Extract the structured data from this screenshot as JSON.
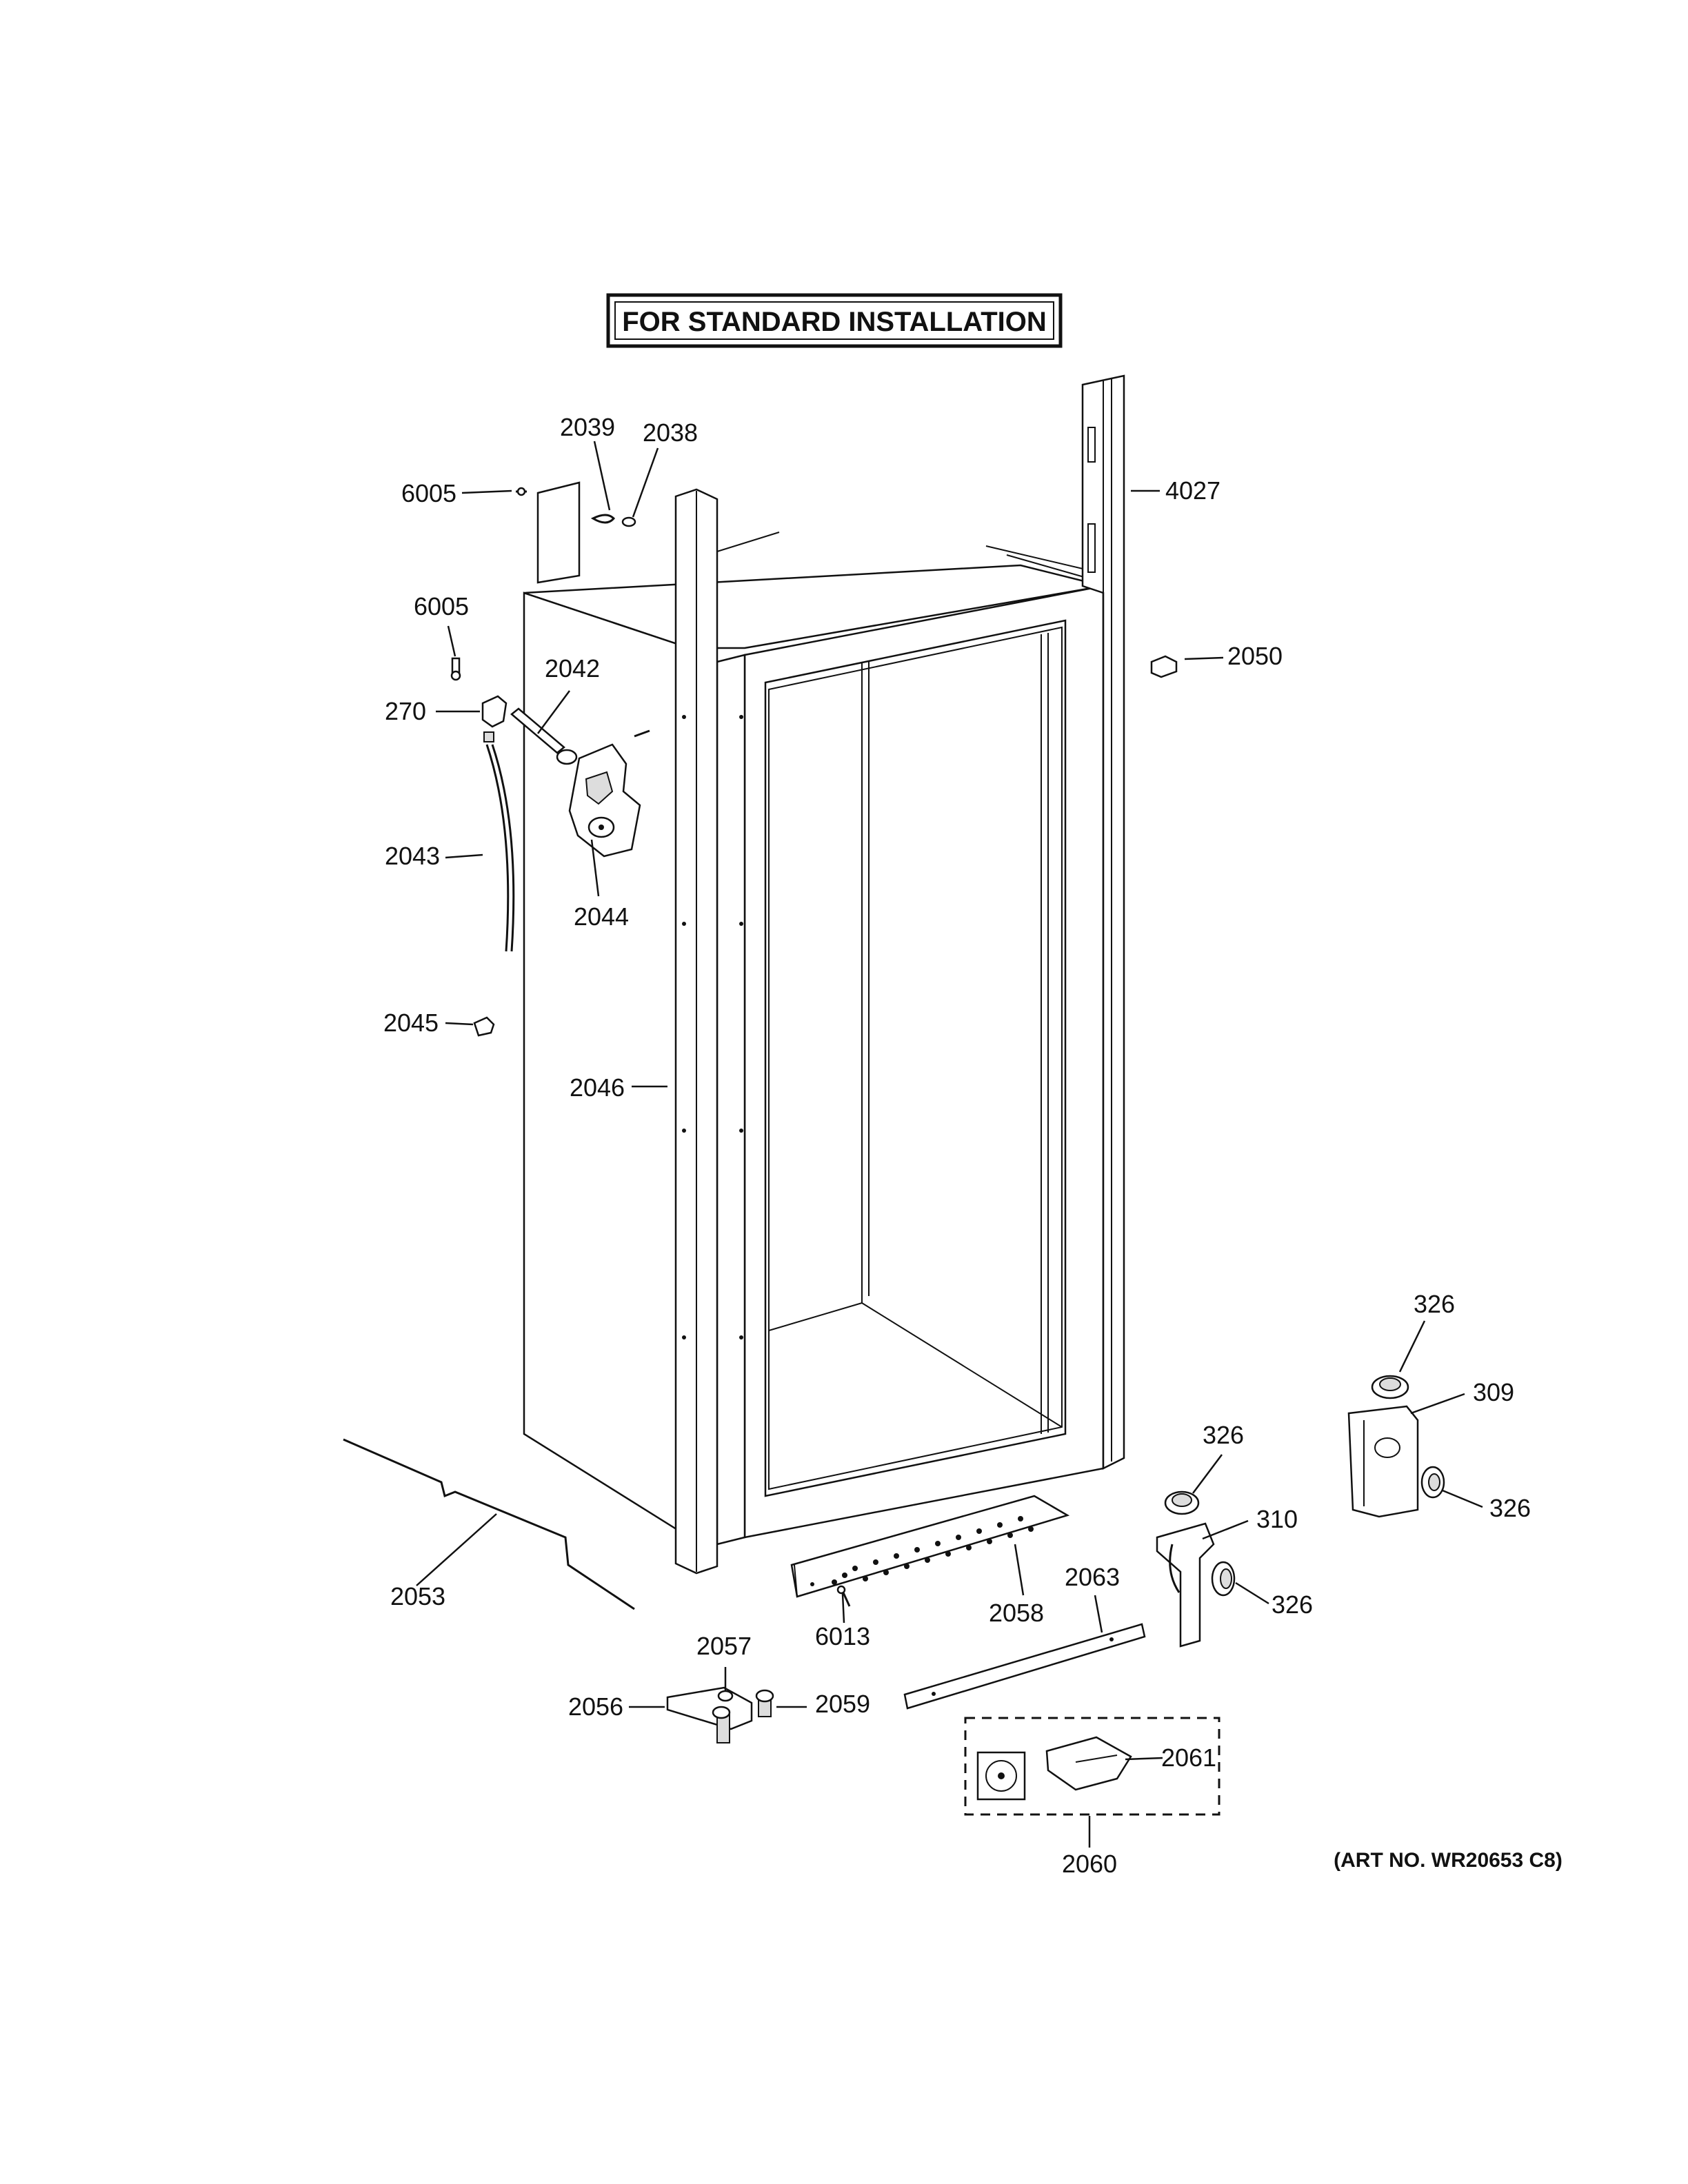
{
  "title": "FOR STANDARD INSTALLATION",
  "art_number": "(ART NO. WR20653 C8)",
  "callouts": {
    "c6005a": "6005",
    "c2039": "2039",
    "c2038": "2038",
    "c4027": "4027",
    "c6005b": "6005",
    "c2042": "2042",
    "c270": "270",
    "c2050": "2050",
    "c2043": "2043",
    "c2044": "2044",
    "c2045": "2045",
    "c2046": "2046",
    "c326a": "326",
    "c309": "309",
    "c326b": "326",
    "c326c": "326",
    "c310": "310",
    "c326d": "326",
    "c2053": "2053",
    "c2063": "2063",
    "c2058": "2058",
    "c6013": "6013",
    "c2057": "2057",
    "c2056": "2056",
    "c2059": "2059",
    "c2061": "2061",
    "c2060": "2060"
  }
}
